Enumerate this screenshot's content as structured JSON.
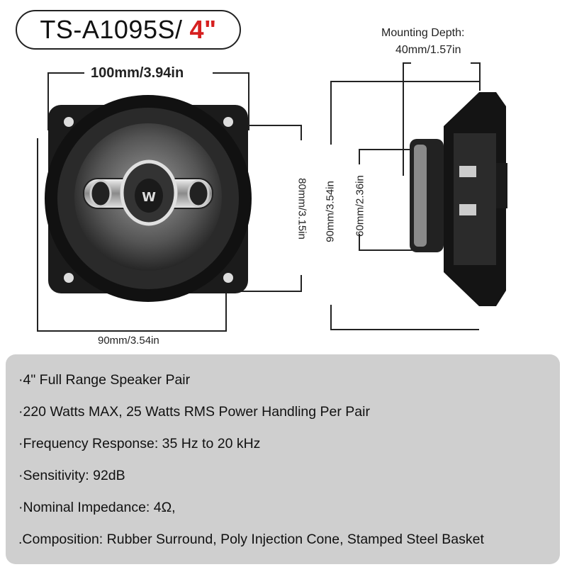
{
  "title": {
    "model": "TS-A1095S/",
    "size": "4\""
  },
  "dimensions": {
    "front_width": "100mm/3.94in",
    "front_bottom": "90mm/3.54in",
    "front_height": "80mm/3.15in",
    "mounting_depth_label": "Mounting Depth:",
    "mounting_depth_value": "40mm/1.57in",
    "side_height": "90mm/3.54in",
    "magnet_height": "60mm/2.36in"
  },
  "specs": [
    "·4\" Full Range Speaker Pair",
    "·220 Watts MAX, 25 Watts RMS Power Handling Per Pair",
    "·Frequency Response: 35 Hz to 20 kHz",
    "·Sensitivity: 92dB",
    "·Nominal Impedance: 4Ω,",
    ".Composition: Rubber Surround, Poly Injection Cone, Stamped Steel Basket"
  ],
  "colors": {
    "accent": "#d62020",
    "panel": "#cfcfcf"
  }
}
